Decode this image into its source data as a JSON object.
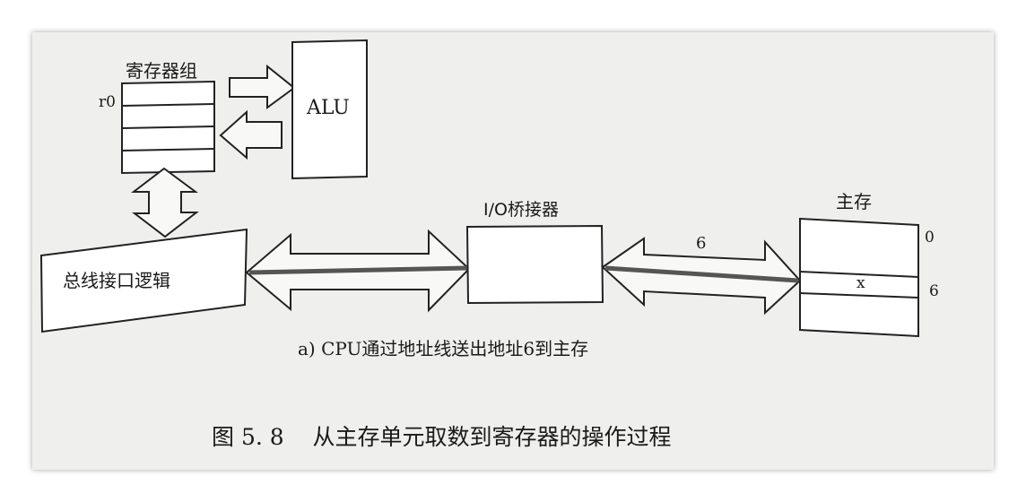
{
  "diagram": {
    "register_group_label": "寄存器组",
    "r0_label": "r0",
    "alu_label": "ALU",
    "bus_interface_label": "总线接口逻辑",
    "io_bridge_label": "I/O桥接器",
    "main_memory_label": "主存",
    "address_value": "6",
    "memory_row_0_index": "0",
    "memory_row_x_label": "x",
    "memory_row_x_index": "6",
    "subcaption": "a) CPU通过地址线送出地址6到主存"
  },
  "figure_caption": "图 5. 8    从主存单元取数到寄存器的操作过程"
}
